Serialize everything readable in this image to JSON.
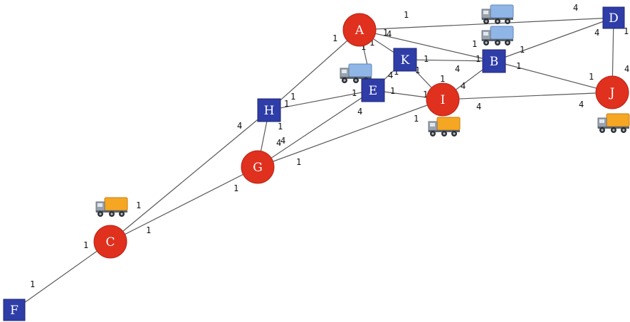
{
  "colors": {
    "square_fill": "#2f3da8",
    "circle_fill": "#e0301e",
    "edge_stroke": "#5a5a5a",
    "label_text": "#111111",
    "truck_yellow": "#f5a623",
    "truck_blue": "#8fb6e6"
  },
  "nodes": [
    {
      "id": "A",
      "label": "A",
      "shape": "circle"
    },
    {
      "id": "B",
      "label": "B",
      "shape": "square"
    },
    {
      "id": "C",
      "label": "C",
      "shape": "circle"
    },
    {
      "id": "D",
      "label": "D",
      "shape": "square"
    },
    {
      "id": "E",
      "label": "E",
      "shape": "square"
    },
    {
      "id": "F",
      "label": "F",
      "shape": "square"
    },
    {
      "id": "G",
      "label": "G",
      "shape": "circle"
    },
    {
      "id": "H",
      "label": "H",
      "shape": "square"
    },
    {
      "id": "I",
      "label": "I",
      "shape": "circle"
    },
    {
      "id": "J",
      "label": "J",
      "shape": "circle"
    },
    {
      "id": "K",
      "label": "K",
      "shape": "square"
    }
  ],
  "edges": [
    {
      "from": "A",
      "to": "D"
    },
    {
      "from": "A",
      "to": "B"
    },
    {
      "from": "A",
      "to": "K"
    },
    {
      "from": "A",
      "to": "E"
    },
    {
      "from": "A",
      "to": "H"
    },
    {
      "from": "K",
      "to": "B"
    },
    {
      "from": "K",
      "to": "E"
    },
    {
      "from": "K",
      "to": "I"
    },
    {
      "from": "B",
      "to": "D"
    },
    {
      "from": "B",
      "to": "J"
    },
    {
      "from": "B",
      "to": "I"
    },
    {
      "from": "D",
      "to": "J"
    },
    {
      "from": "E",
      "to": "I"
    },
    {
      "from": "E",
      "to": "H"
    },
    {
      "from": "E",
      "to": "G"
    },
    {
      "from": "I",
      "to": "J"
    },
    {
      "from": "I",
      "to": "G"
    },
    {
      "from": "H",
      "to": "G"
    },
    {
      "from": "H",
      "to": "C"
    },
    {
      "from": "G",
      "to": "C"
    },
    {
      "from": "C",
      "to": "F"
    }
  ],
  "edge_labels": [
    "1",
    "4",
    "1",
    "1",
    "4",
    "1",
    "1",
    "1",
    "1",
    "1",
    "4",
    "1",
    "1",
    "1",
    "1",
    "4",
    "4",
    "1",
    "4",
    "1",
    "1",
    "1",
    "4",
    "4",
    "4",
    "1",
    "1",
    "1",
    "4",
    "4",
    "1",
    "1",
    "4",
    "4",
    "1",
    "1",
    "4",
    "1",
    "1",
    "1",
    "1",
    "1"
  ],
  "trucks": [
    {
      "kind": "truck-blue"
    },
    {
      "kind": "truck-blue"
    },
    {
      "kind": "truck-blue"
    },
    {
      "kind": "truck-yellow"
    },
    {
      "kind": "truck-yellow"
    },
    {
      "kind": "truck-yellow"
    }
  ]
}
